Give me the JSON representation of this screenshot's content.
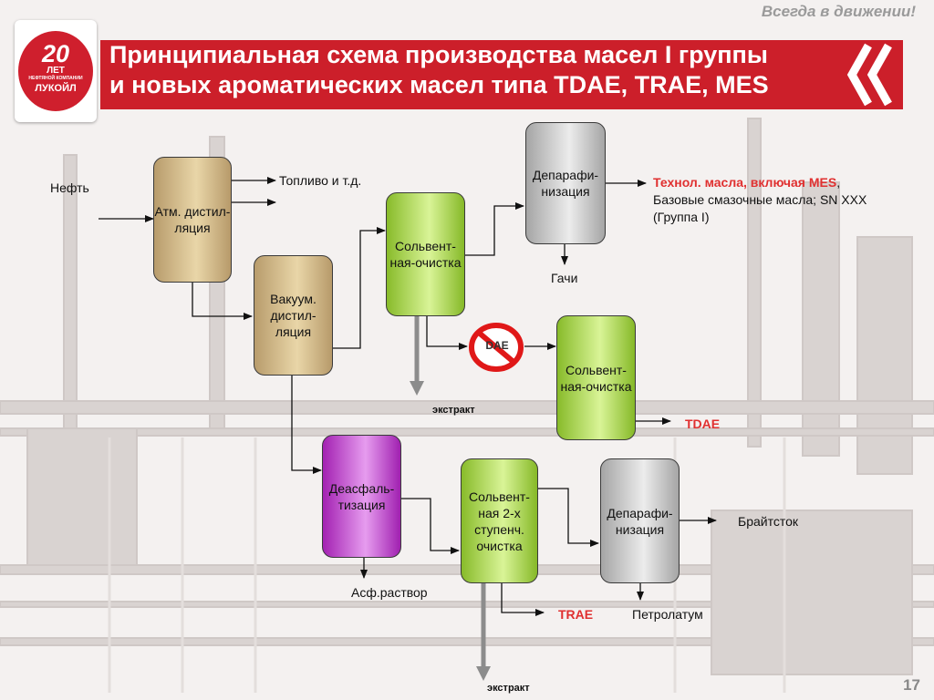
{
  "header": {
    "slogan": "Всегда в движении!",
    "title_line1": "Принципиальная  схема производства масел I группы",
    "title_line2": "и новых ароматических  масел типа TDAE, TRAE, MES"
  },
  "logo": {
    "number": "20",
    "years": "ЛЕТ",
    "subtitle": "НЕФТЯНОЙ КОМПАНИИ",
    "company": "ЛУКОЙЛ"
  },
  "colors": {
    "brand_red": "#cc1f2a",
    "brown_unit": "#d6bf8d",
    "green_unit": "#b6e25a",
    "gray_unit": "#cfcfcf",
    "purple_unit": "#c85ad6",
    "product_red": "#e03030"
  },
  "units": {
    "atm": "Атм. дистил-ляция",
    "vac": "Вакуум. дистил-ляция",
    "solvent1": "Сольвент-ная-очистка",
    "dewax1": "Депарафи-низация",
    "solvent2": "Сольвент-ная-очистка",
    "deasphalt": "Деасфаль-тизация",
    "solvent3": "Сольвент-ная 2-х ступенч. очистка",
    "dewax2": "Депарафи-низация"
  },
  "labels": {
    "oil": "Нефть",
    "fuel": "Топливо и т.д.",
    "out_line1": "Технол. масла, включая MES",
    "out_comma": ",",
    "out_line2": "Базовые смазочные масла; SN XXX",
    "out_line3": "(Группа I)",
    "gachi": "Гачи",
    "extract1": "экстракт",
    "dae": "DAE",
    "tdae": "TDAE",
    "brightstock": "Брайтсток",
    "asph": "Асф.раствор",
    "trae": "TRAE",
    "petrolatum": "Петролатум",
    "extract2": "экстракт"
  },
  "page_number": "17"
}
